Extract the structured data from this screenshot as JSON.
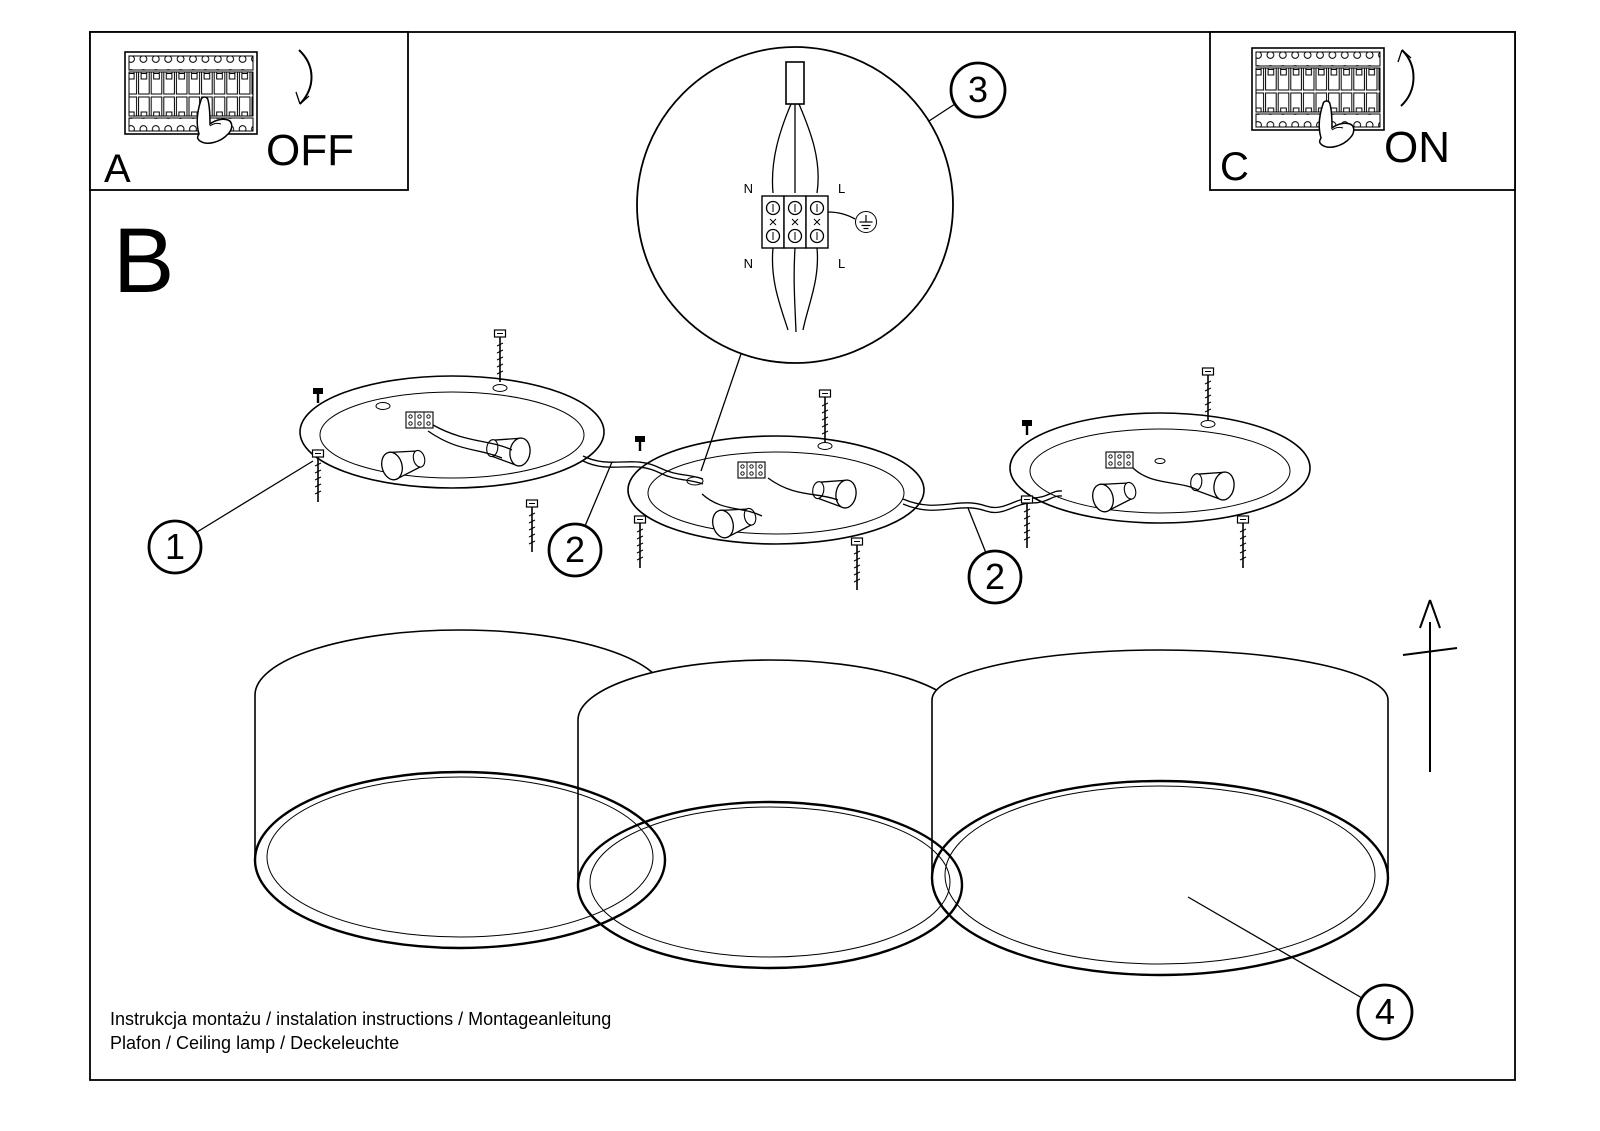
{
  "sections": {
    "a": {
      "letter": "A",
      "action": "OFF"
    },
    "b": {
      "letter": "B"
    },
    "c": {
      "letter": "C",
      "action": "ON"
    }
  },
  "callouts": {
    "c1": "1",
    "c2": "2",
    "c3": "3",
    "c4": "4"
  },
  "wiring_labels": {
    "n_top": "N",
    "l_top": "L",
    "n_bottom": "N",
    "l_bottom": "L"
  },
  "footer": {
    "line1": "Instrukcja montażu / instalation instructions / Montageanleitung",
    "line2": "Plafon / Ceiling lamp / Deckeleuchte"
  },
  "colors": {
    "line": "#000000",
    "background": "#ffffff"
  }
}
